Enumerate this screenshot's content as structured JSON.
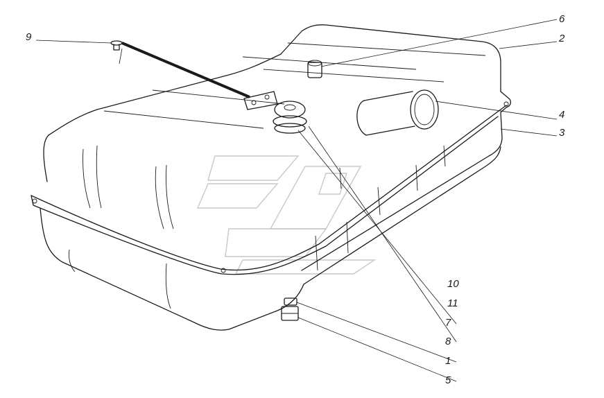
{
  "diagram": {
    "type": "exploded-parts-view",
    "callouts": [
      "1",
      "2",
      "3",
      "4",
      "5",
      "6",
      "7",
      "8",
      "9",
      "10",
      "11"
    ]
  }
}
